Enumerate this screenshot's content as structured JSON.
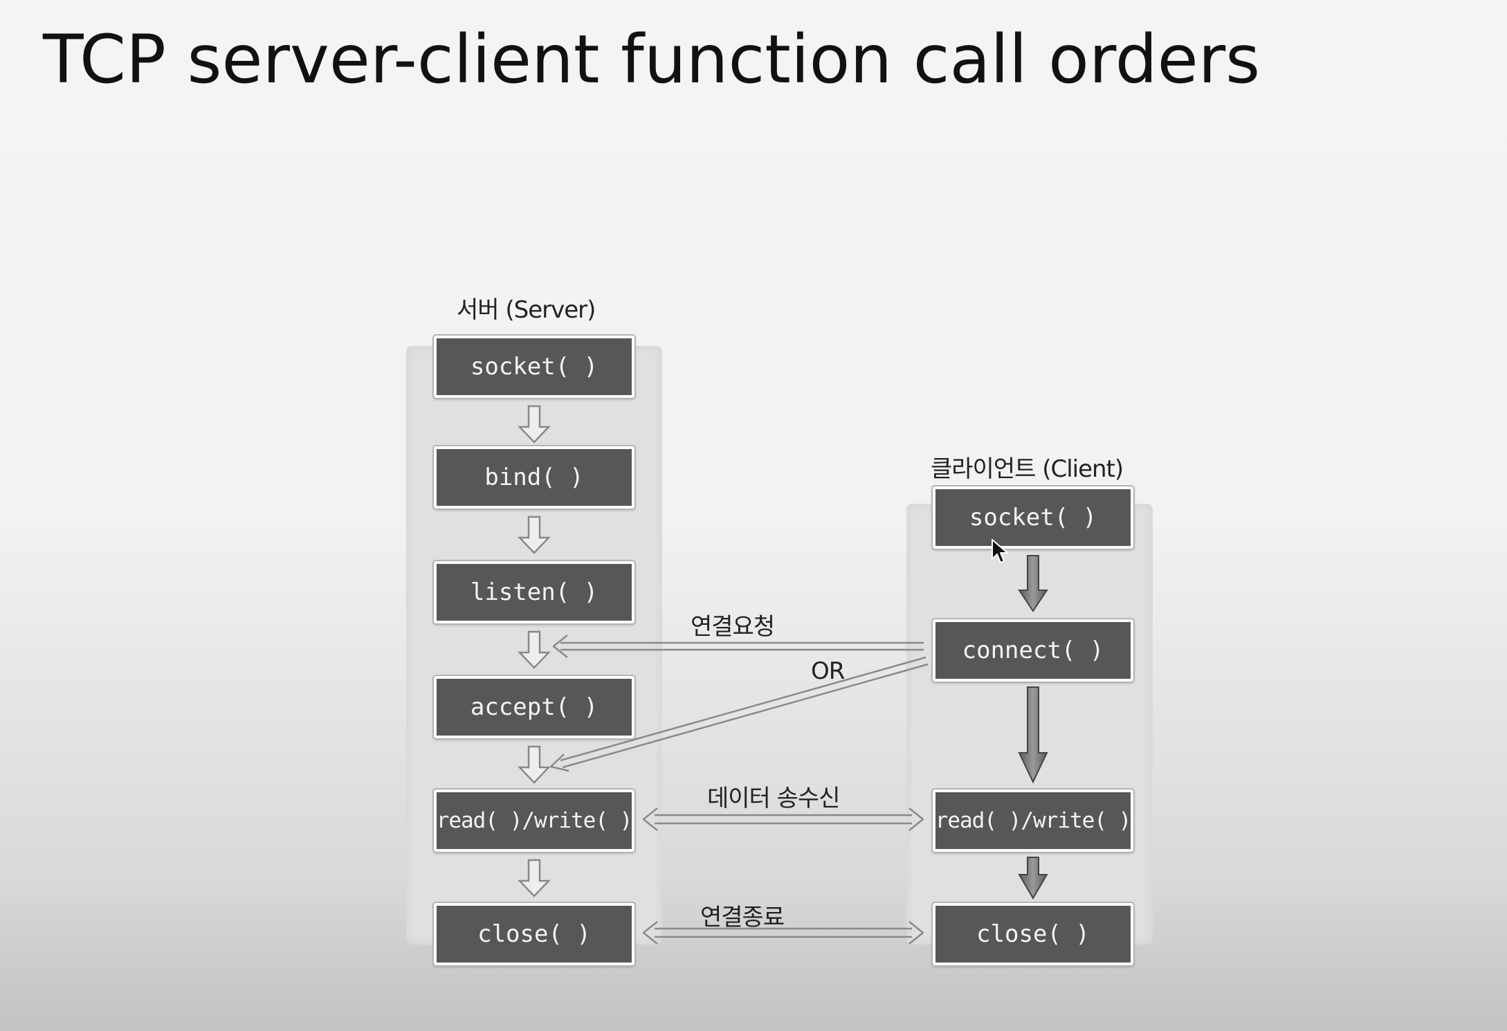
{
  "title": "TCP server-client function call orders",
  "server": {
    "label": "서버 (Server)",
    "steps": [
      "socket( )",
      "bind( )",
      "listen( )",
      "accept( )",
      "read( )/write( )",
      "close( )"
    ]
  },
  "client": {
    "label": "클라이언트 (Client)",
    "steps": [
      "socket( )",
      "connect( )",
      "read( )/write( )",
      "close( )"
    ]
  },
  "edges": {
    "connect_request": "연결요청",
    "or": "OR",
    "data_transfer": "데이터 송수신",
    "close_connection": "연결종료"
  },
  "colors": {
    "box_fill": "#575757",
    "box_text": "#f4f4f4",
    "panel": "#e0e0e2",
    "arrow_fill": "#777777"
  },
  "icons": {
    "pointer": "mouse-pointer-icon"
  }
}
